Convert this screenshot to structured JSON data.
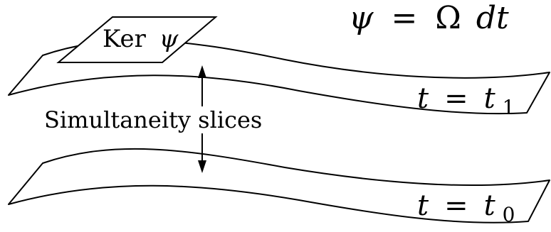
{
  "formula": {
    "lhs": "ψ",
    "eq": "=",
    "rhs_omega": "Ω",
    "rhs_dt": "dt"
  },
  "kernel_plane": {
    "label_word": "Ker",
    "label_symbol": "ψ"
  },
  "slices_label": "Simultaneity slices",
  "slice_upper": {
    "var": "t",
    "eq": "=",
    "value": "t",
    "subscript": "1"
  },
  "slice_lower": {
    "var": "t",
    "eq": "=",
    "value": "t",
    "subscript": "0"
  },
  "colors": {
    "stroke": "#000000",
    "fill": "#ffffff"
  }
}
